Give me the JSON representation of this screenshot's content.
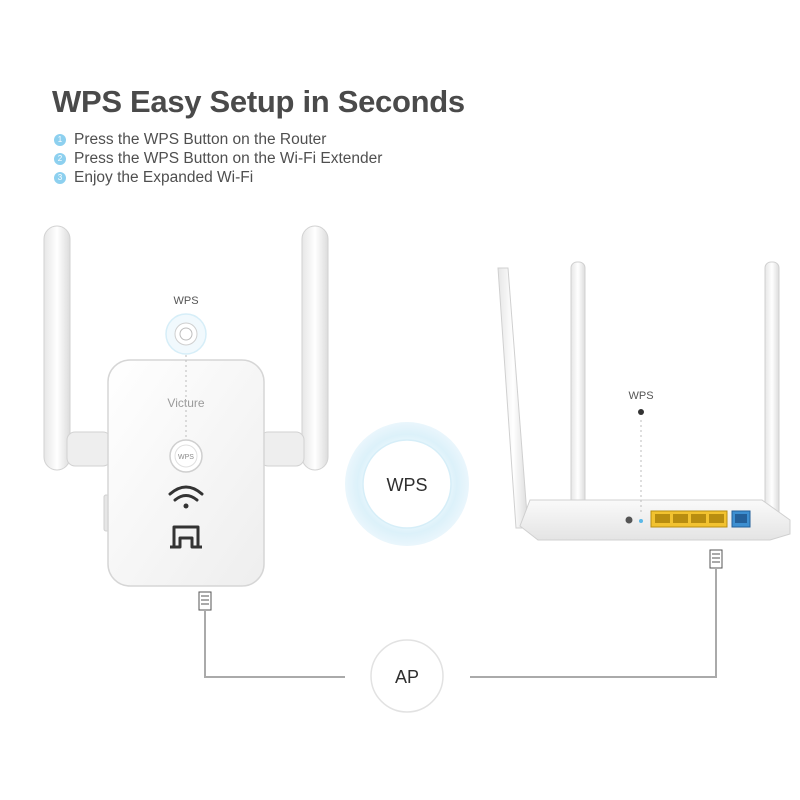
{
  "heading": "WPS Easy Setup in Seconds",
  "steps": [
    {
      "num": "1",
      "text": "Press the WPS Button on the Router"
    },
    {
      "num": "2",
      "text": "Press the WPS Button on the Wi-Fi Extender"
    },
    {
      "num": "3",
      "text": "Enjoy the Expanded Wi-Fi"
    }
  ],
  "extender": {
    "brand": "Victure",
    "wps_callout": "WPS",
    "button_text": "WPS",
    "icons": [
      "wifi-icon",
      "ethernet-icon"
    ]
  },
  "center_badge": "WPS",
  "router": {
    "wps_callout": "WPS"
  },
  "connection_badge": "AP",
  "colors": {
    "accent": "#8dd0ef",
    "lan_ports": "#f2c230",
    "wan_port": "#3d8fd1",
    "text": "#4a4a4a"
  }
}
